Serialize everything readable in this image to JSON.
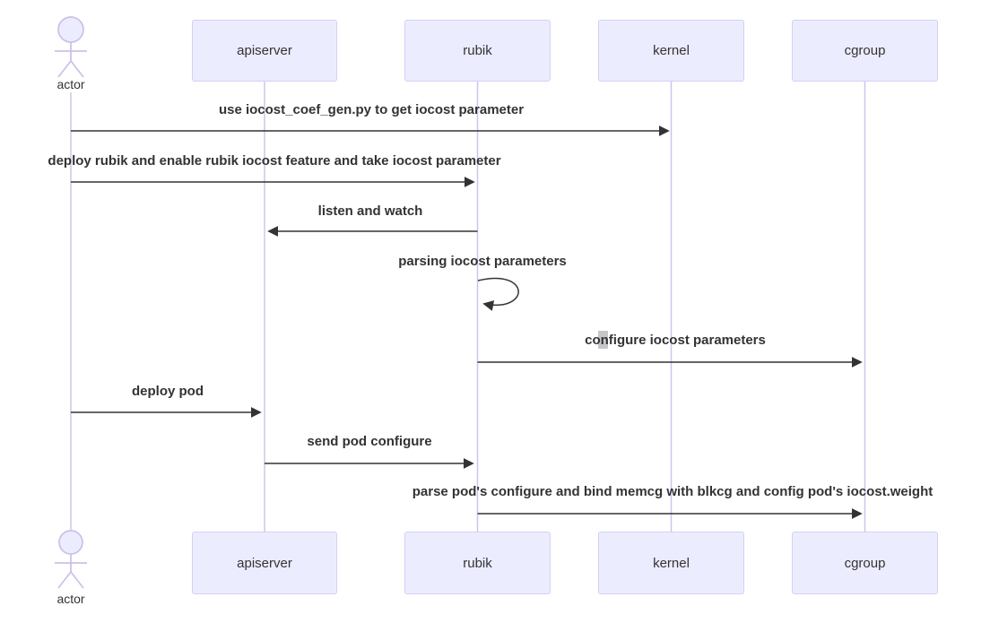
{
  "diagram": {
    "type": "sequence-diagram",
    "actor": {
      "name": "actor"
    },
    "participants": [
      {
        "name": "apiserver"
      },
      {
        "name": "rubik"
      },
      {
        "name": "kernel"
      },
      {
        "name": "cgroup"
      }
    ],
    "messages": [
      {
        "from": "actor",
        "to": "kernel",
        "label": "use iocost_coef_gen.py to get iocost parameter",
        "style": "solid-arrow"
      },
      {
        "from": "actor",
        "to": "rubik",
        "label": "deploy rubik and enable rubik iocost feature and take iocost parameter",
        "style": "solid-arrow"
      },
      {
        "from": "rubik",
        "to": "apiserver",
        "label": "listen and watch",
        "style": "solid-arrow"
      },
      {
        "from": "rubik",
        "to": "rubik",
        "label": "parsing iocost parameters",
        "style": "self-loop"
      },
      {
        "from": "rubik",
        "to": "cgroup",
        "label": "configure iocost parameters",
        "style": "solid-arrow"
      },
      {
        "from": "actor",
        "to": "apiserver",
        "label": "deploy pod",
        "style": "solid-arrow"
      },
      {
        "from": "apiserver",
        "to": "rubik",
        "label": "send pod configure",
        "style": "solid-arrow"
      },
      {
        "from": "rubik",
        "to": "cgroup",
        "label": "parse pod's configure and bind memcg with blkcg and config pod's iocost.weight",
        "style": "solid-arrow"
      }
    ],
    "colors": {
      "participant_fill": "#ECECFF",
      "participant_border": "#d6cff2",
      "lifeline": "#cec5ec",
      "actor_figure": "#cbc0e8",
      "arrow": "#333333",
      "text": "#333333"
    }
  }
}
